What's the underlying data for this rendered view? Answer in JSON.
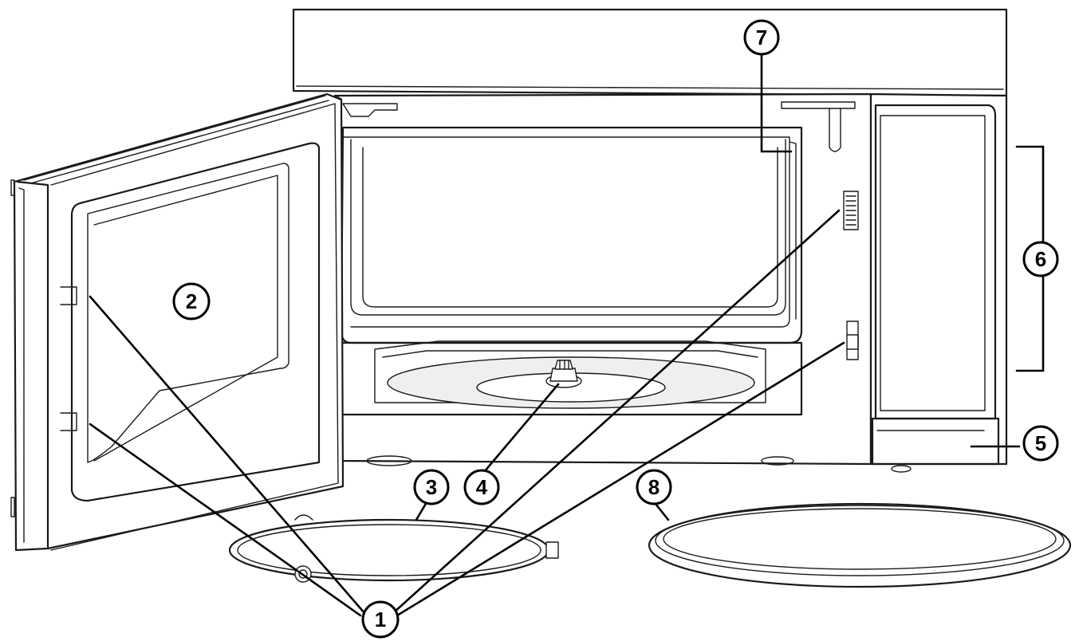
{
  "diagram": {
    "subject": "microwave-oven-parts",
    "callouts": [
      {
        "id": "c1",
        "label": "1"
      },
      {
        "id": "c2",
        "label": "2"
      },
      {
        "id": "c3",
        "label": "3"
      },
      {
        "id": "c4",
        "label": "4"
      },
      {
        "id": "c5",
        "label": "5"
      },
      {
        "id": "c6",
        "label": "6"
      },
      {
        "id": "c7",
        "label": "7"
      },
      {
        "id": "c8",
        "label": "8"
      }
    ]
  }
}
